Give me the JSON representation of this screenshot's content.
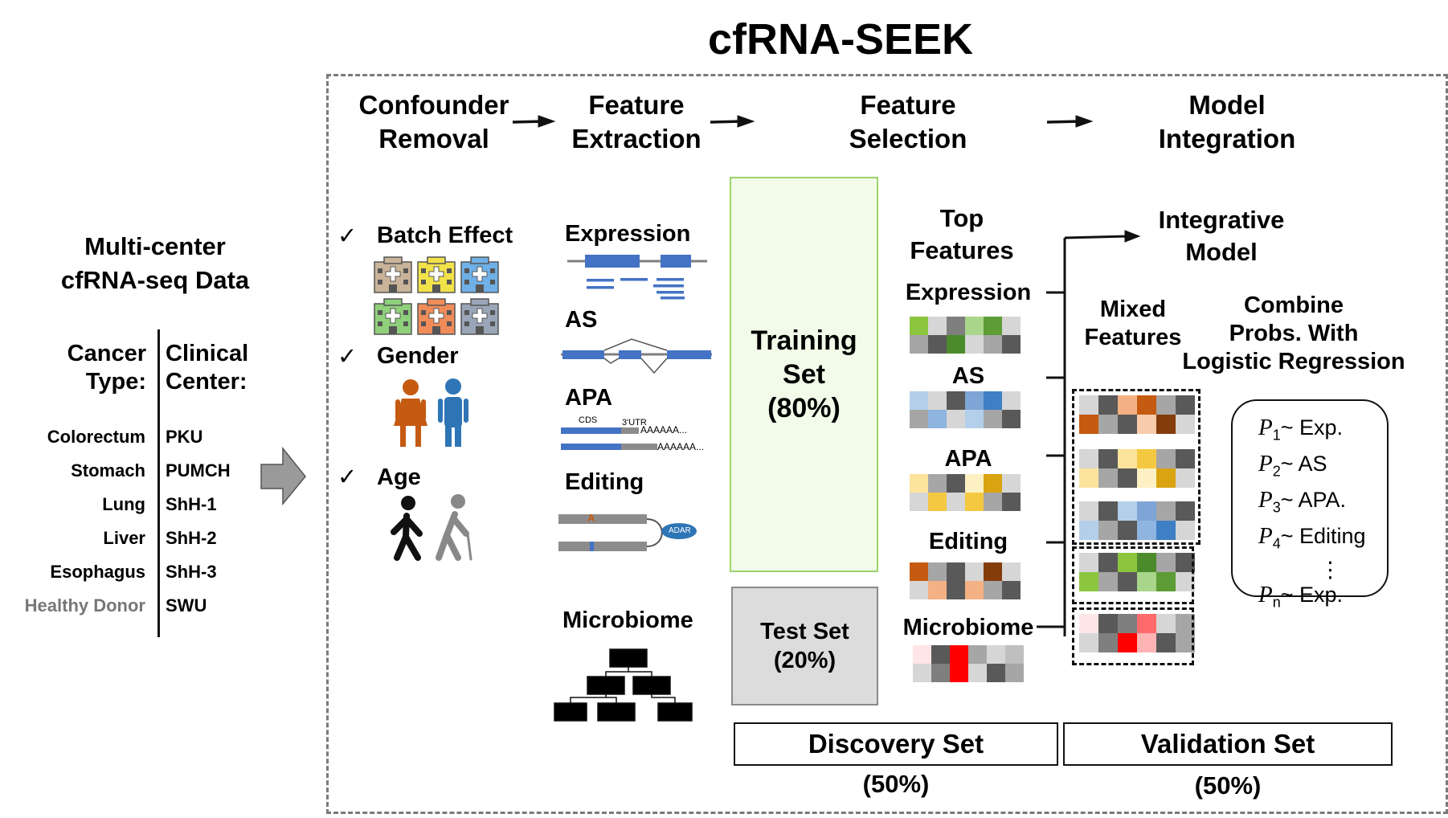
{
  "title": "cfRNA-SEEK",
  "pipeline_steps": [
    {
      "line1": "Confounder",
      "line2": "Removal"
    },
    {
      "line1": "Feature",
      "line2": "Extraction"
    },
    {
      "line1": "Feature",
      "line2": "Selection"
    },
    {
      "line1": "Model",
      "line2": "Integration"
    }
  ],
  "data_panel": {
    "title_line1": "Multi-center",
    "title_line2": "cfRNA-seq Data",
    "col1_header_line1": "Cancer",
    "col1_header_line2": "Type:",
    "col2_header_line1": "Clinical",
    "col2_header_line2": "Center:",
    "rows": [
      {
        "cancer": "Colorectum",
        "center": "PKU"
      },
      {
        "cancer": "Stomach",
        "center": "PUMCH"
      },
      {
        "cancer": "Lung",
        "center": "ShH-1"
      },
      {
        "cancer": "Liver",
        "center": "ShH-2"
      },
      {
        "cancer": "Esophagus",
        "center": "ShH-3"
      },
      {
        "cancer": "Healthy Donor",
        "center": "SWU"
      }
    ]
  },
  "confounders": [
    "Batch Effect",
    "Gender",
    "Age"
  ],
  "check_mark": "✓",
  "features": [
    "Expression",
    "AS",
    "APA",
    "Editing",
    "Microbiome"
  ],
  "apa_labels": {
    "cds": "CDS",
    "utr": "3'UTR",
    "polyA": "AAAAAA..."
  },
  "editing_labels": {
    "base": "A",
    "enzyme": "ADAR"
  },
  "training_set": {
    "line1": "Training",
    "line2": "Set",
    "line3": "(80%)"
  },
  "test_set": {
    "line1": "Test Set",
    "line2": "(20%)"
  },
  "top_features": {
    "line1": "Top",
    "line2": "Features",
    "items": [
      "Expression",
      "AS",
      "APA",
      "Editing",
      "Microbiome"
    ]
  },
  "integrative_model": {
    "line1": "Integrative",
    "line2": "Model"
  },
  "mixed_features": {
    "line1": "Mixed",
    "line2": "Features"
  },
  "combine": {
    "line1": "Combine",
    "line2": "Probs. With",
    "line3": "Logistic Regression"
  },
  "formulas": [
    {
      "p": "P",
      "sub": "1",
      "rhs": "~ Exp."
    },
    {
      "p": "P",
      "sub": "2",
      "rhs": "~ AS"
    },
    {
      "p": "P",
      "sub": "3",
      "rhs": "~ APA."
    },
    {
      "p": "P",
      "sub": "4",
      "rhs": "~ Editing"
    },
    {
      "p": "P",
      "sub": "n",
      "rhs": "~ Exp."
    }
  ],
  "vdots": "⋮",
  "discovery_set": {
    "label": "Discovery Set",
    "pct": "(50%)"
  },
  "validation_set": {
    "label": "Validation Set",
    "pct": "(50%)"
  },
  "colors": {
    "expression": [
      "#8cc63f",
      "#4c8b2b",
      "#a9d68a",
      "#5e9c36"
    ],
    "as": [
      "#b4cfea",
      "#3f7fc4",
      "#8fb4df",
      "#7ea5d5"
    ],
    "apa": [
      "#fde49c",
      "#d9a40f",
      "#fdf1c4",
      "#f5c842"
    ],
    "editing": [
      "#c55a11",
      "#f4b183",
      "#843c0c",
      "#f8cbad"
    ],
    "microbiome": [
      "#ff0000",
      "#ffb3b3",
      "#ff6b6b",
      "#ffe5e5"
    ],
    "grey": [
      "#d6d6d6",
      "#a6a6a6",
      "#7f7f7f",
      "#595959",
      "#bfbfbf"
    ]
  }
}
